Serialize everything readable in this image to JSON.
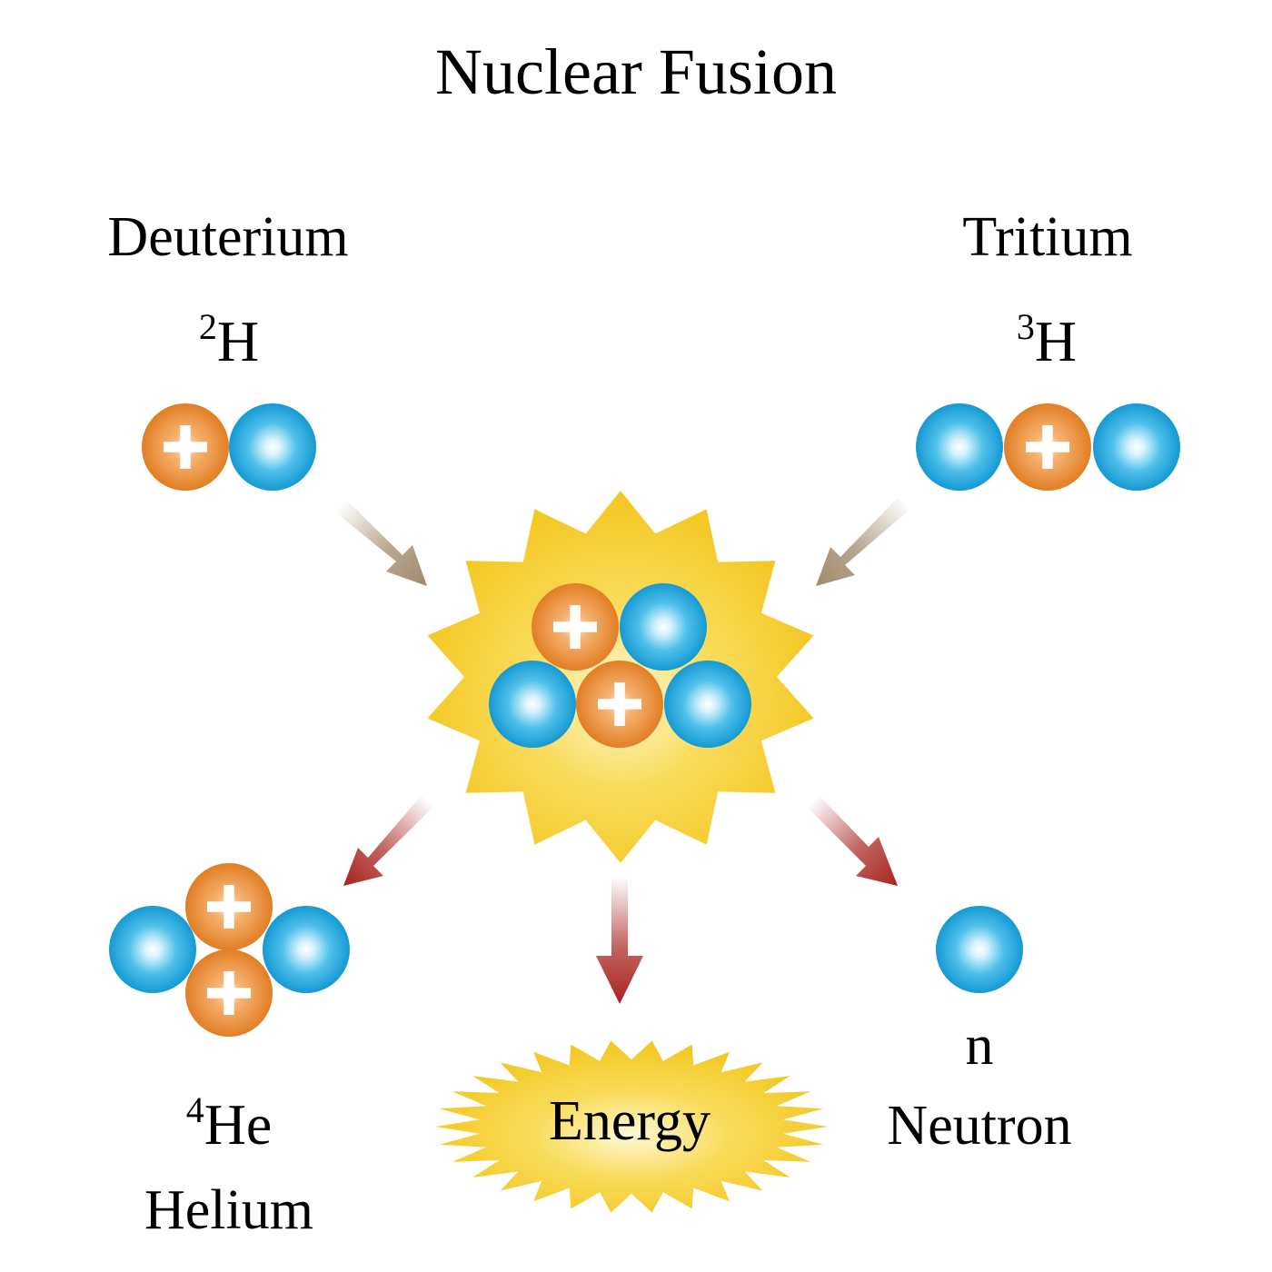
{
  "title": "Nuclear Fusion",
  "reactants": {
    "deuterium": {
      "name": "Deuterium",
      "mass": "2",
      "symbol": "H"
    },
    "tritium": {
      "name": "Tritium",
      "mass": "3",
      "symbol": "H"
    }
  },
  "products": {
    "helium": {
      "mass": "4",
      "symbol": "He",
      "name": "Helium"
    },
    "energy": {
      "label": "Energy"
    },
    "neutron": {
      "symbol": "n",
      "name": "Neutron"
    }
  },
  "colors": {
    "proton": "#e8832a",
    "neutron": "#1fa3d8",
    "burst": "#f6cf2e",
    "arrow_in": "#a08a6c",
    "arrow_out": "#a8231e"
  },
  "icons": {
    "proton": "plus-icon",
    "neutron": "neutron-sphere"
  }
}
